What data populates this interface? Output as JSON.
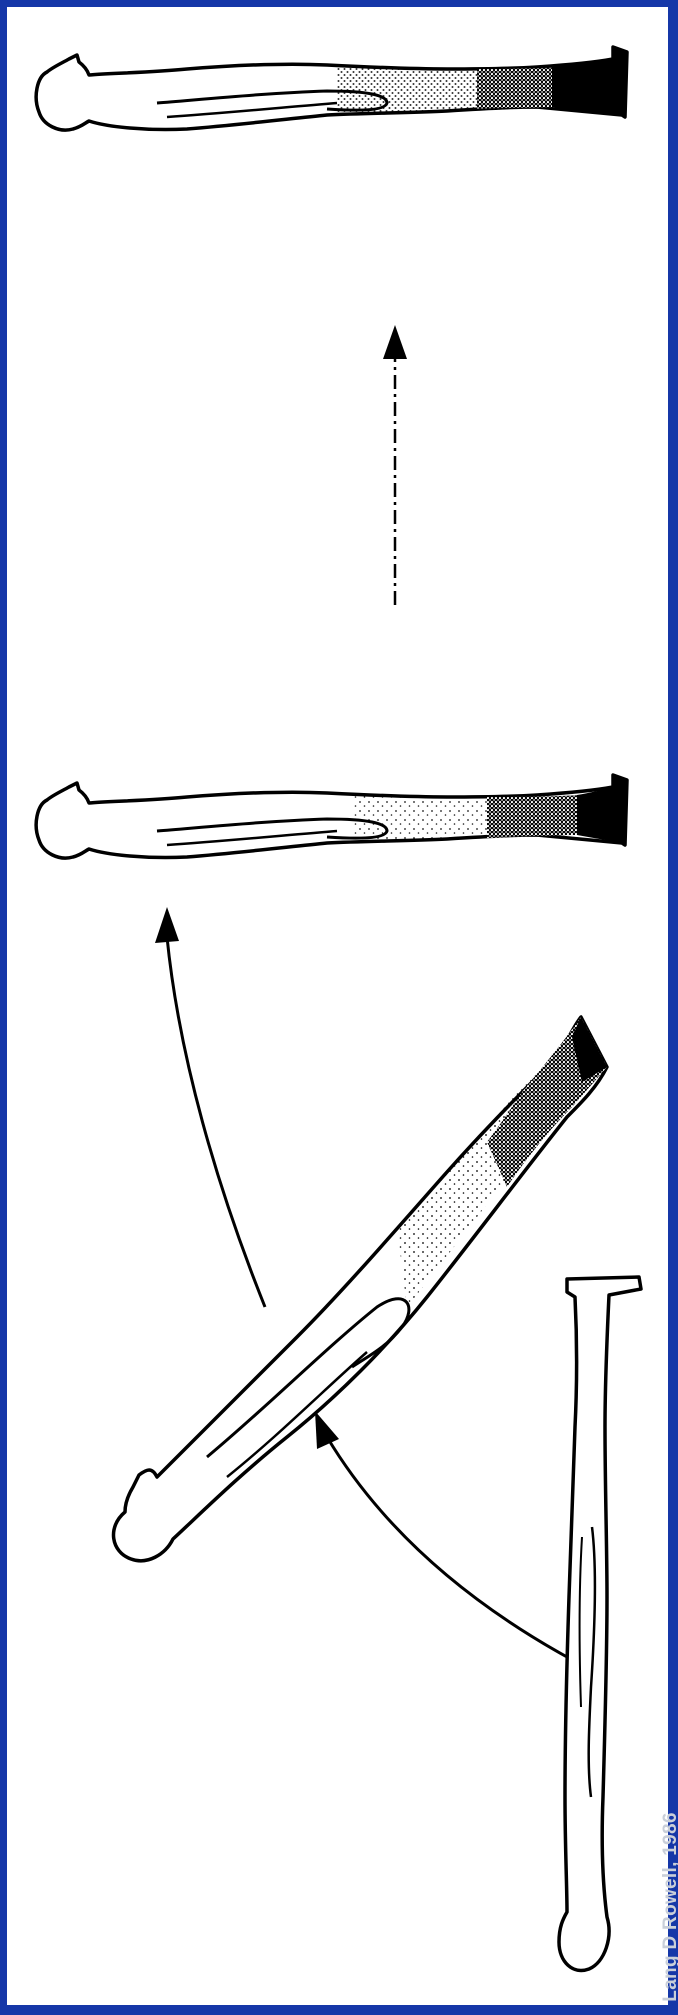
{
  "credit": "Lang D Rowell, 1986",
  "colors": {
    "border": "#1537a8",
    "panel": "#ffffff",
    "ink": "#000000",
    "credit_text": "#c9cfd9"
  },
  "figures": [
    {
      "name": "figure-supine-flat",
      "pose": "lying flat, head down, no pooling"
    },
    {
      "name": "figure-tilted",
      "pose": "tilted, blood pooling in legs"
    },
    {
      "name": "figure-upright-middle",
      "pose": "horizontal drawing, pooling in lower body"
    },
    {
      "name": "figure-upright-top",
      "pose": "horizontal drawing, heavy pooling in lower body"
    }
  ],
  "arrows": [
    {
      "name": "arrow-supine-to-tilted",
      "style": "solid-curve"
    },
    {
      "name": "arrow-tilted-to-upright",
      "style": "solid-curve"
    },
    {
      "name": "arrow-upright-progression",
      "style": "dashed-straight"
    }
  ]
}
